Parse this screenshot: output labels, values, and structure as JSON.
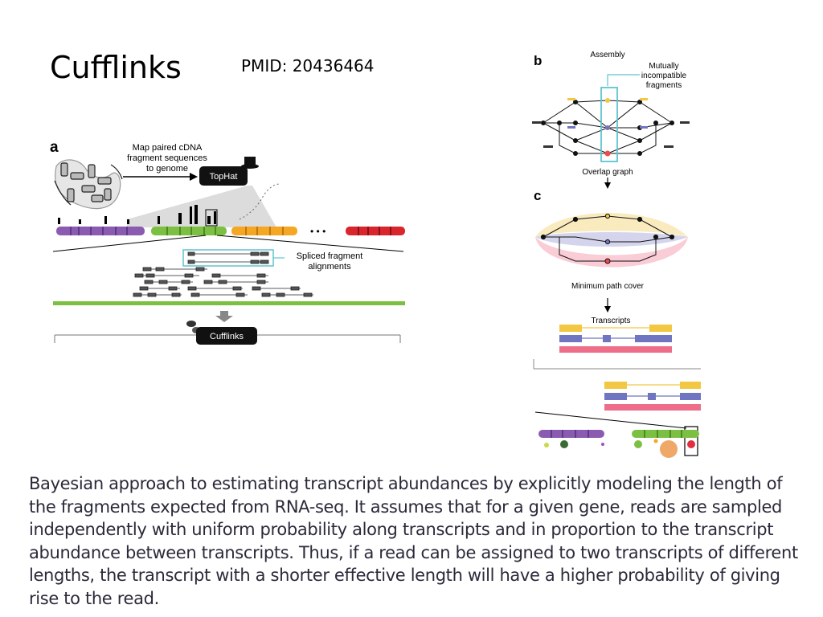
{
  "slide": {
    "title": "Cufflinks",
    "pmid": "PMID: 20436464"
  },
  "figure_a": {
    "panel_label": "a",
    "map_caption_lines": [
      "Map paired cDNA",
      "fragment sequences",
      "to genome"
    ],
    "tophat_label": "TopHat",
    "spliced_caption_lines": [
      "Spliced fragment",
      "alignments"
    ],
    "cufflinks_label": "Cufflinks",
    "ellipsis": "• • •"
  },
  "figure_b": {
    "panel_label": "b",
    "assembly_label": "Assembly",
    "incompatible_lines": [
      "Mutually",
      "incompatible",
      "fragments"
    ],
    "overlap_label": "Overlap graph"
  },
  "figure_c": {
    "panel_label": "c",
    "min_path_label": "Minimum path cover",
    "transcripts_label": "Transcripts"
  },
  "colors": {
    "yellow": "#f2c744",
    "blue": "#6f75c0",
    "pink": "#ee6e8a",
    "green": "#7cc043",
    "purple": "#8a5bb0",
    "orange": "#f5a623",
    "red": "#d9262c",
    "cyan": "#5fc4d0"
  },
  "body": {
    "lines": [
      "Bayesian approach to estimating transcript abundances by explicitly modeling the length of",
      "the fragments expected from RNA-seq. It assumes that for a given gene, reads are sampled",
      "independently with uniform probability along transcripts and in proportion to the transcript",
      "abundance between transcripts. Thus, if a read can be assigned to two transcripts of different",
      "lengths, the transcript with a shorter effective length will have a higher probability of giving",
      "rise to the read."
    ]
  }
}
